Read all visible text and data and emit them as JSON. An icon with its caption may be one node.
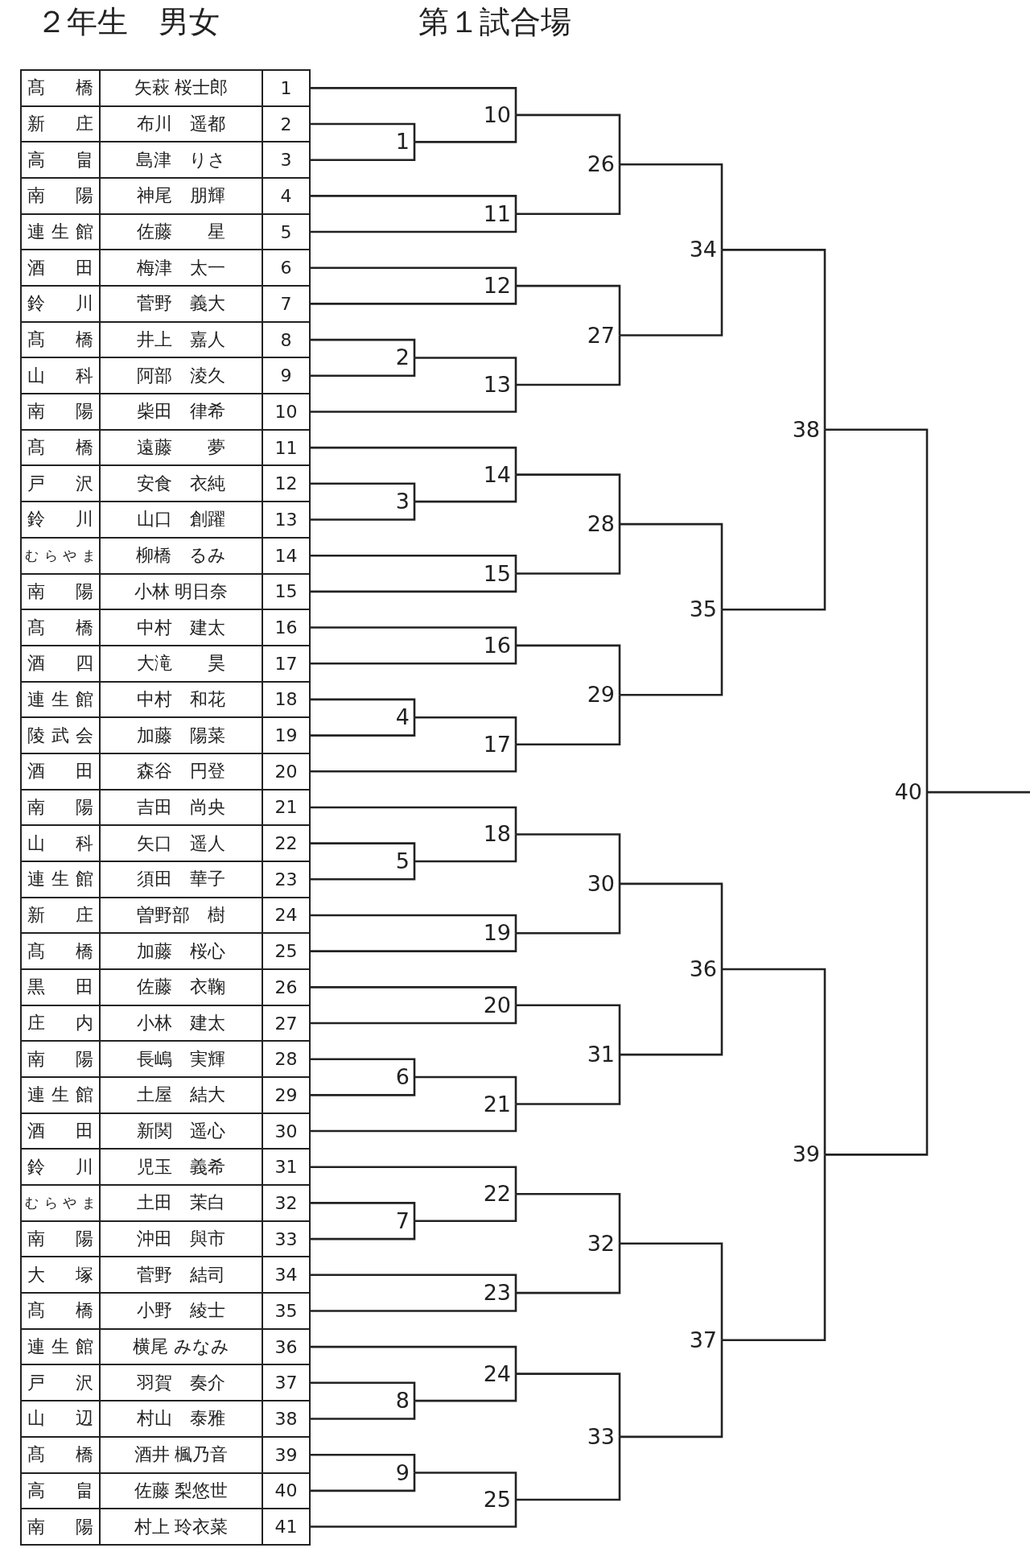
{
  "diagram": {
    "title": "２年生　男女",
    "labels": [
      "第１試合場"
    ],
    "nodes": [
      {
        "text": [
          "髙橋",
          "矢萩 桜士郎",
          "1"
        ]
      },
      {
        "text": [
          "新庄",
          "布川　遥都",
          "2"
        ]
      },
      {
        "text": [
          "高畠",
          "島津　りさ",
          "3"
        ]
      },
      {
        "text": [
          "南陽",
          "神尾　朋輝",
          "4"
        ]
      },
      {
        "text": [
          "連生館",
          "佐藤　　星",
          "5"
        ]
      },
      {
        "text": [
          "酒田",
          "梅津　太一",
          "6"
        ]
      },
      {
        "text": [
          "鈴川",
          "菅野　義大",
          "7"
        ]
      },
      {
        "text": [
          "髙橋",
          "井上　嘉人",
          "8"
        ]
      },
      {
        "text": [
          "山科",
          "阿部　淩久",
          "9"
        ]
      },
      {
        "text": [
          "南陽",
          "柴田　律希",
          "10"
        ]
      },
      {
        "text": [
          "髙橋",
          "遠藤　　夢",
          "11"
        ]
      },
      {
        "text": [
          "戸沢",
          "安食　衣純",
          "12"
        ]
      },
      {
        "text": [
          "鈴川",
          "山口　創躍",
          "13"
        ]
      },
      {
        "text": [
          "むらやま",
          "柳橋　るみ",
          "14"
        ]
      },
      {
        "text": [
          "南陽",
          "小林 明日奈",
          "15"
        ]
      },
      {
        "text": [
          "髙橋",
          "中村　建太",
          "16"
        ]
      },
      {
        "text": [
          "酒四",
          "大滝　　昊",
          "17"
        ]
      },
      {
        "text": [
          "連生館",
          "中村　和花",
          "18"
        ]
      },
      {
        "text": [
          "陵武会",
          "加藤　陽菜",
          "19"
        ]
      },
      {
        "text": [
          "酒田",
          "森谷　円登",
          "20"
        ]
      },
      {
        "text": [
          "南陽",
          "吉田　尚央",
          "21"
        ]
      },
      {
        "text": [
          "山科",
          "矢口　遥人",
          "22"
        ]
      },
      {
        "text": [
          "連生館",
          "須田　華子",
          "23"
        ]
      },
      {
        "text": [
          "新庄",
          "曽野部　樹",
          "24"
        ]
      },
      {
        "text": [
          "髙橋",
          "加藤　桜心",
          "25"
        ]
      },
      {
        "text": [
          "黒田",
          "佐藤　衣鞠",
          "26"
        ]
      },
      {
        "text": [
          "庄内",
          "小林　建太",
          "27"
        ]
      },
      {
        "text": [
          "南陽",
          "長嶋　実輝",
          "28"
        ]
      },
      {
        "text": [
          "連生館",
          "土屋　結大",
          "29"
        ]
      },
      {
        "text": [
          "酒田",
          "新関　遥心",
          "30"
        ]
      },
      {
        "text": [
          "鈴川",
          "児玉　義希",
          "31"
        ]
      },
      {
        "text": [
          "むらやま",
          "土田　茉白",
          "32"
        ]
      },
      {
        "text": [
          "南陽",
          "沖田　與市",
          "33"
        ]
      },
      {
        "text": [
          "大塚",
          "菅野　結司",
          "34"
        ]
      },
      {
        "text": [
          "髙橋",
          "小野　綾士",
          "35"
        ]
      },
      {
        "text": [
          "連生館",
          "横尾 みなみ",
          "36"
        ]
      },
      {
        "text": [
          "戸沢",
          "羽賀　奏介",
          "37"
        ]
      },
      {
        "text": [
          "山辺",
          "村山　泰雅",
          "38"
        ]
      },
      {
        "text": [
          "髙橋",
          "酒井 楓乃音",
          "39"
        ]
      },
      {
        "text": [
          "高畠",
          "佐藤 梨悠世",
          "40"
        ]
      },
      {
        "text": [
          "南陽",
          "村上 玲衣菜",
          "41"
        ]
      },
      {
        "text": [
          "1"
        ]
      },
      {
        "text": [
          "2"
        ]
      },
      {
        "text": [
          "3"
        ]
      },
      {
        "text": [
          "4"
        ]
      },
      {
        "text": [
          "5"
        ]
      },
      {
        "text": [
          "6"
        ]
      },
      {
        "text": [
          "7"
        ]
      },
      {
        "text": [
          "8"
        ]
      },
      {
        "text": [
          "9"
        ]
      },
      {
        "text": [
          "10"
        ]
      },
      {
        "text": [
          "11"
        ]
      },
      {
        "text": [
          "12"
        ]
      },
      {
        "text": [
          "13"
        ]
      },
      {
        "text": [
          "14"
        ]
      },
      {
        "text": [
          "15"
        ]
      },
      {
        "text": [
          "16"
        ]
      },
      {
        "text": [
          "17"
        ]
      },
      {
        "text": [
          "18"
        ]
      },
      {
        "text": [
          "19"
        ]
      },
      {
        "text": [
          "20"
        ]
      },
      {
        "text": [
          "21"
        ]
      },
      {
        "text": [
          "22"
        ]
      },
      {
        "text": [
          "23"
        ]
      },
      {
        "text": [
          "24"
        ]
      },
      {
        "text": [
          "25"
        ]
      },
      {
        "text": [
          "26"
        ]
      },
      {
        "text": [
          "27"
        ]
      },
      {
        "text": [
          "28"
        ]
      },
      {
        "text": [
          "29"
        ]
      },
      {
        "text": [
          "30"
        ]
      },
      {
        "text": [
          "31"
        ]
      },
      {
        "text": [
          "32"
        ]
      },
      {
        "text": [
          "33"
        ]
      },
      {
        "text": [
          "34"
        ]
      },
      {
        "text": [
          "35"
        ]
      },
      {
        "text": [
          "36"
        ]
      },
      {
        "text": [
          "37"
        ]
      },
      {
        "text": [
          "38"
        ]
      },
      {
        "text": [
          "39"
        ]
      },
      {
        "text": [
          "40"
        ]
      }
    ],
    "edges": [
      {
        "from": 1,
        "to": 41,
        "arrow": "none"
      },
      {
        "from": 2,
        "to": 41,
        "arrow": "none"
      },
      {
        "from": 7,
        "to": 42,
        "arrow": "none"
      },
      {
        "from": 8,
        "to": 42,
        "arrow": "none"
      },
      {
        "from": 11,
        "to": 43,
        "arrow": "none"
      },
      {
        "from": 12,
        "to": 43,
        "arrow": "none"
      },
      {
        "from": 17,
        "to": 44,
        "arrow": "none"
      },
      {
        "from": 18,
        "to": 44,
        "arrow": "none"
      },
      {
        "from": 21,
        "to": 45,
        "arrow": "none"
      },
      {
        "from": 22,
        "to": 45,
        "arrow": "none"
      },
      {
        "from": 27,
        "to": 46,
        "arrow": "none"
      },
      {
        "from": 28,
        "to": 46,
        "arrow": "none"
      },
      {
        "from": 31,
        "to": 47,
        "arrow": "none"
      },
      {
        "from": 32,
        "to": 47,
        "arrow": "none"
      },
      {
        "from": 36,
        "to": 48,
        "arrow": "none"
      },
      {
        "from": 37,
        "to": 48,
        "arrow": "none"
      },
      {
        "from": 38,
        "to": 49,
        "arrow": "none"
      },
      {
        "from": 39,
        "to": 49,
        "arrow": "none"
      },
      {
        "from": 0,
        "to": 50,
        "arrow": "none"
      },
      {
        "from": 41,
        "to": 50,
        "arrow": "none"
      },
      {
        "from": 3,
        "to": 51,
        "arrow": "none"
      },
      {
        "from": 4,
        "to": 51,
        "arrow": "none"
      },
      {
        "from": 5,
        "to": 52,
        "arrow": "none"
      },
      {
        "from": 6,
        "to": 52,
        "arrow": "none"
      },
      {
        "from": 42,
        "to": 53,
        "arrow": "none"
      },
      {
        "from": 9,
        "to": 53,
        "arrow": "none"
      },
      {
        "from": 10,
        "to": 54,
        "arrow": "none"
      },
      {
        "from": 43,
        "to": 54,
        "arrow": "none"
      },
      {
        "from": 13,
        "to": 55,
        "arrow": "none"
      },
      {
        "from": 14,
        "to": 55,
        "arrow": "none"
      },
      {
        "from": 15,
        "to": 56,
        "arrow": "none"
      },
      {
        "from": 16,
        "to": 56,
        "arrow": "none"
      },
      {
        "from": 44,
        "to": 57,
        "arrow": "none"
      },
      {
        "from": 19,
        "to": 57,
        "arrow": "none"
      },
      {
        "from": 20,
        "to": 58,
        "arrow": "none"
      },
      {
        "from": 45,
        "to": 58,
        "arrow": "none"
      },
      {
        "from": 23,
        "to": 59,
        "arrow": "none"
      },
      {
        "from": 24,
        "to": 59,
        "arrow": "none"
      },
      {
        "from": 25,
        "to": 60,
        "arrow": "none"
      },
      {
        "from": 26,
        "to": 60,
        "arrow": "none"
      },
      {
        "from": 46,
        "to": 61,
        "arrow": "none"
      },
      {
        "from": 29,
        "to": 61,
        "arrow": "none"
      },
      {
        "from": 30,
        "to": 62,
        "arrow": "none"
      },
      {
        "from": 47,
        "to": 62,
        "arrow": "none"
      },
      {
        "from": 33,
        "to": 63,
        "arrow": "none"
      },
      {
        "from": 34,
        "to": 63,
        "arrow": "none"
      },
      {
        "from": 35,
        "to": 64,
        "arrow": "none"
      },
      {
        "from": 48,
        "to": 64,
        "arrow": "none"
      },
      {
        "from": 49,
        "to": 65,
        "arrow": "none"
      },
      {
        "from": 40,
        "to": 65,
        "arrow": "none"
      },
      {
        "from": 50,
        "to": 66,
        "arrow": "none"
      },
      {
        "from": 51,
        "to": 66,
        "arrow": "none"
      },
      {
        "from": 52,
        "to": 67,
        "arrow": "none"
      },
      {
        "from": 53,
        "to": 67,
        "arrow": "none"
      },
      {
        "from": 54,
        "to": 68,
        "arrow": "none"
      },
      {
        "from": 55,
        "to": 68,
        "arrow": "none"
      },
      {
        "from": 56,
        "to": 69,
        "arrow": "none"
      },
      {
        "from": 57,
        "to": 69,
        "arrow": "none"
      },
      {
        "from": 58,
        "to": 70,
        "arrow": "none"
      },
      {
        "from": 59,
        "to": 70,
        "arrow": "none"
      },
      {
        "from": 60,
        "to": 71,
        "arrow": "none"
      },
      {
        "from": 61,
        "to": 71,
        "arrow": "none"
      },
      {
        "from": 62,
        "to": 72,
        "arrow": "none"
      },
      {
        "from": 63,
        "to": 72,
        "arrow": "none"
      },
      {
        "from": 64,
        "to": 73,
        "arrow": "none"
      },
      {
        "from": 65,
        "to": 73,
        "arrow": "none"
      },
      {
        "from": 66,
        "to": 74,
        "arrow": "none"
      },
      {
        "from": 67,
        "to": 74,
        "arrow": "none"
      },
      {
        "from": 68,
        "to": 75,
        "arrow": "none"
      },
      {
        "from": 69,
        "to": 75,
        "arrow": "none"
      },
      {
        "from": 70,
        "to": 76,
        "arrow": "none"
      },
      {
        "from": 71,
        "to": 76,
        "arrow": "none"
      },
      {
        "from": 72,
        "to": 77,
        "arrow": "none"
      },
      {
        "from": 73,
        "to": 77,
        "arrow": "none"
      },
      {
        "from": 74,
        "to": 78,
        "arrow": "none"
      },
      {
        "from": 75,
        "to": 78,
        "arrow": "none"
      },
      {
        "from": 76,
        "to": 79,
        "arrow": "none"
      },
      {
        "from": 77,
        "to": 79,
        "arrow": "none"
      },
      {
        "from": 78,
        "to": 80,
        "arrow": "none"
      },
      {
        "from": 79,
        "to": 80,
        "arrow": "none"
      },
      {
        "from": 80,
        "to": null,
        "arrow": "none"
      }
    ]
  }
}
